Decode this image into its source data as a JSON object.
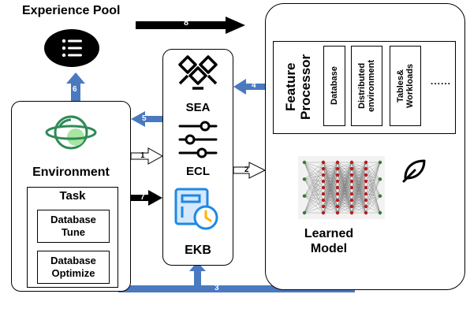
{
  "experience_pool": {
    "title": "Experience Pool"
  },
  "environment": {
    "title": "Environment",
    "task": {
      "title": "Task",
      "items": [
        "Database\nTune",
        "Database\nOptimize"
      ]
    }
  },
  "middle": {
    "sea_label": "SEA",
    "ecl_label": "ECL",
    "ekb_label": "EKB"
  },
  "feature_processor": {
    "title": "Feature\nProcessor",
    "cells": [
      "Database",
      "Distributed\nenvironment",
      "Tables&\nWorkloads"
    ],
    "ellipsis": "......"
  },
  "learned_model": {
    "title": "Learned\nModel"
  },
  "arrows": {
    "a1": "1",
    "a2": "2",
    "a3": "3",
    "a4": "4",
    "a5": "5",
    "a6": "6",
    "a7": "7",
    "a8": "8"
  },
  "colors": {
    "blue_arrow": "#4a79c0",
    "black": "#000000",
    "ekb_blue": "#1e88e5",
    "env_green": "#2e8b57"
  }
}
